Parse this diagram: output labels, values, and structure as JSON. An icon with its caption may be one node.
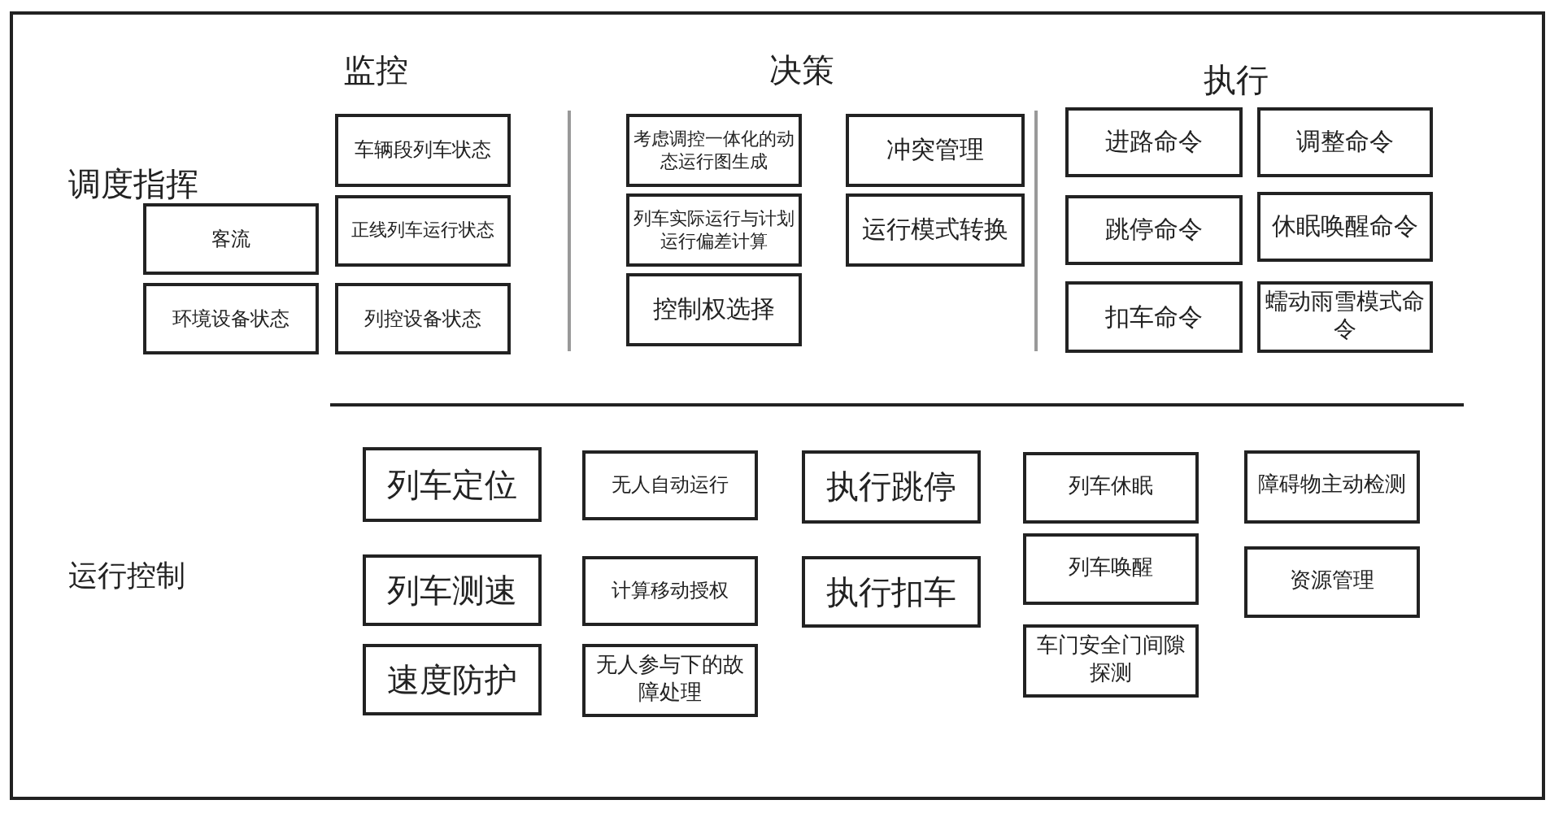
{
  "diagram": {
    "nodes": [
      {
        "text": [
          "车辆段列车状态"
        ]
      },
      {
        "text": [
          "考虑调控一体化的动态运行图生成"
        ]
      },
      {
        "text": [
          "冲突管理"
        ]
      },
      {
        "text": [
          "进路命令"
        ]
      },
      {
        "text": [
          "调整命令"
        ]
      },
      {
        "text": [
          "客流"
        ]
      },
      {
        "text": [
          "正线列车运行状态"
        ]
      },
      {
        "text": [
          "列车实际运行与计划运行偏差计算"
        ]
      },
      {
        "text": [
          "运行模式转换"
        ]
      },
      {
        "text": [
          "跳停命令"
        ]
      },
      {
        "text": [
          "休眠唤醒命令"
        ]
      },
      {
        "text": [
          "环境设备状态"
        ]
      },
      {
        "text": [
          "列控设备状态"
        ]
      },
      {
        "text": [
          "控制权选择"
        ]
      },
      {
        "text": [
          "扣车命令"
        ]
      },
      {
        "text": [
          "蠕动雨雪模式命令"
        ]
      },
      {
        "text": [
          "列车定位"
        ]
      },
      {
        "text": [
          "无人自动运行"
        ]
      },
      {
        "text": [
          "执行跳停"
        ]
      },
      {
        "text": [
          "列车休眠"
        ]
      },
      {
        "text": [
          "障碍物主动检测"
        ]
      },
      {
        "text": [
          "列车唤醒"
        ]
      },
      {
        "text": [
          "资源管理"
        ]
      },
      {
        "text": [
          "列车测速"
        ]
      },
      {
        "text": [
          "计算移动授权"
        ]
      },
      {
        "text": [
          "执行扣车"
        ]
      },
      {
        "text": [
          "速度防护"
        ]
      },
      {
        "text": [
          "无人参与下的故障处理"
        ]
      },
      {
        "text": [
          "车门安全门间隙探测"
        ]
      }
    ],
    "edges": [],
    "labels": [
      "监控",
      "决策",
      "执行",
      "调度指挥",
      "运行控制"
    ]
  }
}
